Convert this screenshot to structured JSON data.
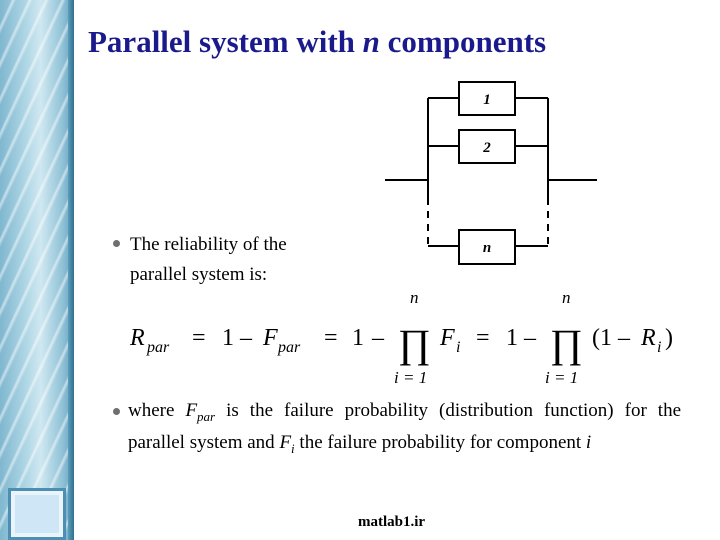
{
  "slide": {
    "title_pre": "Parallel system with ",
    "title_var": "n",
    "title_post": " components",
    "footer": "matlab1.ir"
  },
  "diagram": {
    "components": [
      "1",
      "2",
      "n"
    ]
  },
  "bullets": [
    {
      "line1": "The reliability of the",
      "line2": "parallel system is:"
    },
    {
      "p1": "where ",
      "F": "F",
      "par": "par",
      "p2": " is the failure probability (distribution function) for the parallel system and ",
      "Fi": "F",
      "i": "i",
      "p3": " the failure probability for component ",
      "iv": "i"
    }
  ],
  "formula": {
    "R": "R",
    "par": "par",
    "eq1": "=",
    "one": "1",
    "minus": "–",
    "F": "F",
    "eq2": "=",
    "prod": "∏",
    "n": "n",
    "i_eq_1": "i = 1",
    "Fi_F": "F",
    "Fi_i": "i",
    "eq3": "=",
    "paren_open": "(1 –",
    "Ri_R": "R",
    "Ri_i": "i",
    "paren_close": ")"
  },
  "colors": {
    "title": "#1a1a8c",
    "sidebar": "#8fc1d6"
  }
}
